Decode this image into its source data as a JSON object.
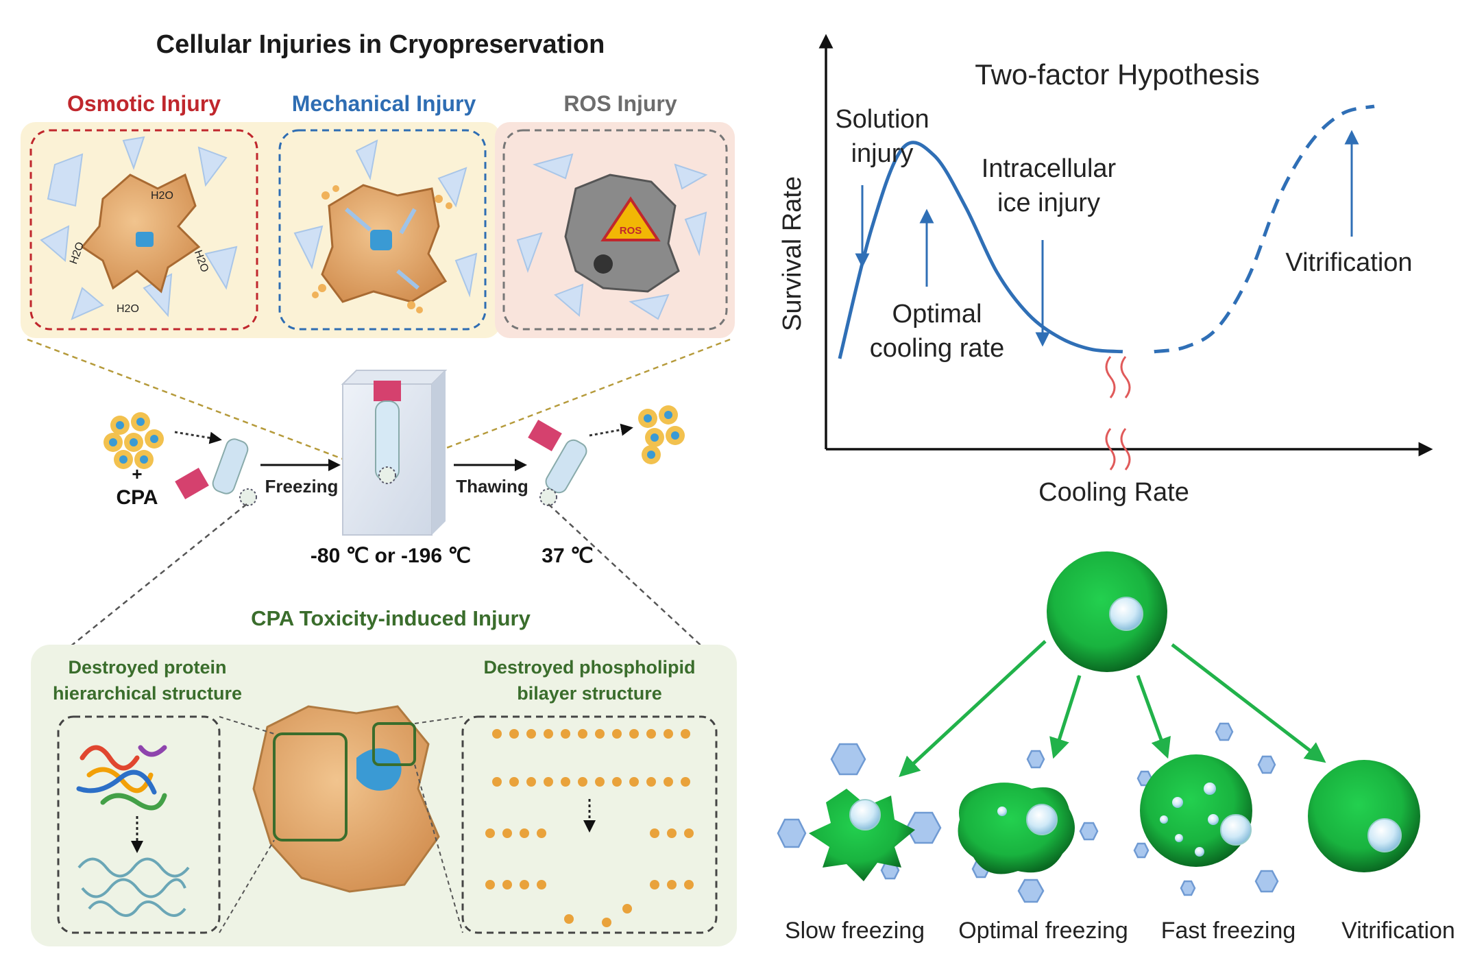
{
  "left_panel": {
    "title": "Cellular Injuries in Cryopreservation",
    "injuries": [
      {
        "label": "Osmotic Injury",
        "color": "#c0272d"
      },
      {
        "label": "Mechanical Injury",
        "color": "#2e6db3"
      },
      {
        "label": "ROS Injury",
        "color": "#6d6d6d"
      }
    ],
    "ros_badge": "ROS",
    "water_labels": [
      "H2O",
      "H2O",
      "H2O",
      "H2O"
    ],
    "cpa_label": "CPA",
    "plus_sign": "+",
    "freezing_label": "Freezing",
    "thawing_label": "Thawing",
    "freeze_temp": "-80 ℃ or -196 ℃",
    "thaw_temp": "37 ℃",
    "toxicity_title": "CPA Toxicity-induced Injury",
    "protein_label_line1": "Destroyed protein",
    "protein_label_line2": "hierarchical structure",
    "lipid_label_line1": "Destroyed phospholipid",
    "lipid_label_line2": "bilayer structure"
  },
  "chart": {
    "title": "Two-factor Hypothesis",
    "ylabel": "Survival Rate",
    "xlabel": "Cooling Rate",
    "annotations": {
      "solution_1": "Solution",
      "solution_2": "injury",
      "intra_1": "Intracellular",
      "intra_2": "ice injury",
      "optimal_1": "Optimal",
      "optimal_2": "cooling rate",
      "vitrification": "Vitrification"
    },
    "curve_color": "#2f6fb6"
  },
  "cells": {
    "labels": [
      "Slow freezing",
      "Optimal freezing",
      "Fast freezing",
      "Vitrification"
    ],
    "cell_color": "#1fbe43",
    "arrow_color": "#21b24a"
  },
  "chart_data": {
    "type": "line",
    "title": "Two-factor Hypothesis",
    "xlabel": "Cooling Rate",
    "ylabel": "Survival Rate",
    "axis_ticks": "none",
    "series": [
      {
        "style": "solid",
        "segment": "before axis break",
        "x": [
          0,
          1,
          2,
          3,
          4,
          5,
          6,
          7,
          8,
          9
        ],
        "y": [
          0.05,
          0.6,
          0.95,
          0.92,
          0.7,
          0.42,
          0.24,
          0.14,
          0.09,
          0.08
        ]
      },
      {
        "style": "dashed",
        "segment": "after axis break",
        "x": [
          10,
          11,
          12,
          13,
          14,
          15,
          16,
          17
        ],
        "y": [
          0.08,
          0.1,
          0.18,
          0.4,
          0.75,
          0.98,
          1.1,
          1.13
        ]
      }
    ],
    "annotations": [
      "Solution injury",
      "Intracellular ice injury",
      "Optimal cooling rate",
      "Vitrification"
    ]
  }
}
